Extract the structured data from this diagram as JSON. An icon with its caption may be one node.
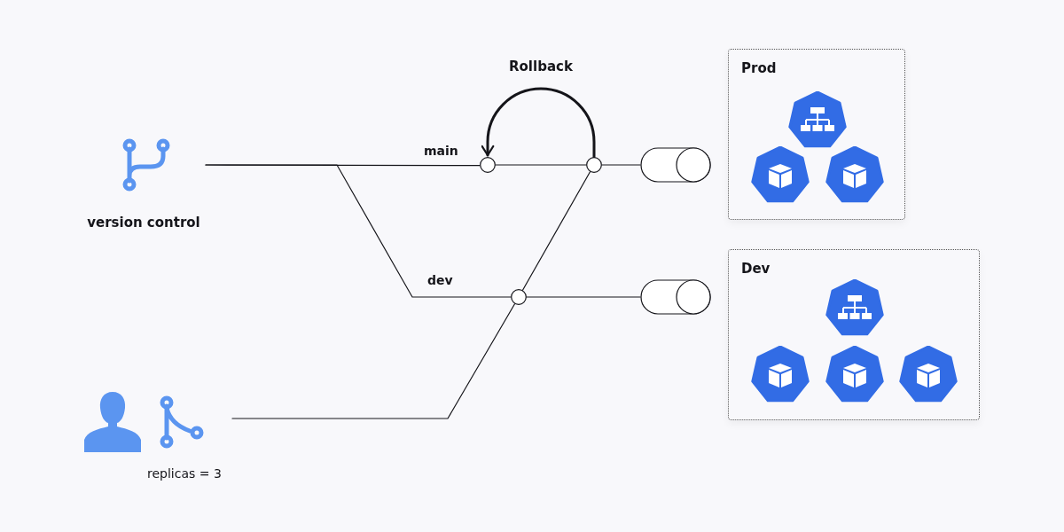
{
  "diagram": {
    "nodes": [
      {
        "text": [
          "version control"
        ]
      },
      {
        "text": [],
        "shape": "person",
        "beside": [
          "replicas = 3"
        ]
      },
      {
        "text": [],
        "shape": "circle"
      },
      {
        "text": [],
        "shape": "circle"
      },
      {
        "text": [],
        "shape": "circle"
      },
      {
        "text": [],
        "shape": "cylinder"
      },
      {
        "text": [],
        "shape": "cylinder"
      },
      {
        "text": [
          "Prod"
        ]
      },
      {
        "text": [
          "Dev"
        ]
      }
    ],
    "edges": [
      {
        "from": 0,
        "to": 2,
        "arrow": "none",
        "label": "main"
      },
      {
        "from": 0,
        "to": 4,
        "arrow": "none",
        "label": "dev"
      },
      {
        "from": 2,
        "to": 3,
        "arrow": "none"
      },
      {
        "from": 3,
        "to": 5,
        "arrow": "none"
      },
      {
        "from": 4,
        "to": 6,
        "arrow": "none"
      },
      {
        "from": 1,
        "to": 4,
        "arrow": "none"
      },
      {
        "from": 4,
        "to": 3,
        "arrow": "none"
      },
      {
        "from": 3,
        "to": 2,
        "arrow": "to",
        "label": "Rollback",
        "style": "thick"
      }
    ]
  }
}
